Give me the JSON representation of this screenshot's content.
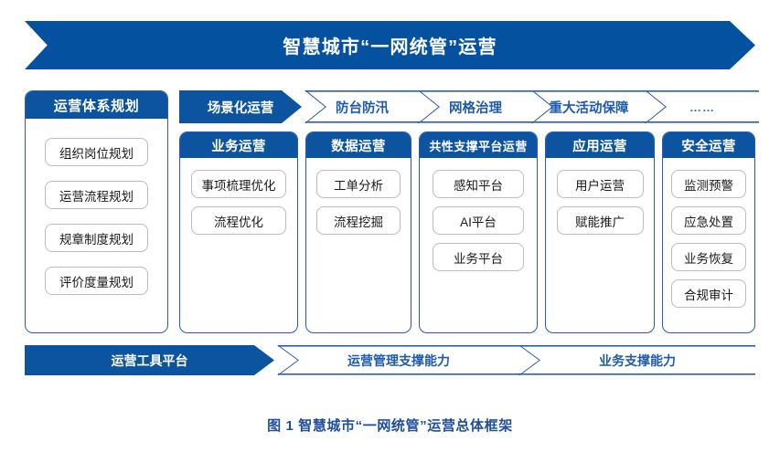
{
  "banner": {
    "title": "智慧城市“一网统管”运营"
  },
  "scenario_row": {
    "lead": {
      "label": "场景化运营"
    },
    "steps": [
      {
        "label": "防台防汛"
      },
      {
        "label": "网格治理"
      },
      {
        "label": "重大活动保障"
      },
      {
        "label": "……"
      }
    ]
  },
  "planning_card": {
    "header": "运营体系规划",
    "items": [
      {
        "label": "组织岗位规划"
      },
      {
        "label": "运营流程规划"
      },
      {
        "label": "规章制度规划"
      },
      {
        "label": "评价度量规划"
      }
    ]
  },
  "operation_cards": [
    {
      "header": "业务运营",
      "items": [
        {
          "label": "事项梳理优化"
        },
        {
          "label": "流程优化"
        }
      ]
    },
    {
      "header": "数据运营",
      "items": [
        {
          "label": "工单分析"
        },
        {
          "label": "流程挖掘"
        }
      ]
    },
    {
      "header": "共性支撑平台运营",
      "items": [
        {
          "label": "感知平台"
        },
        {
          "label": "AI平台"
        },
        {
          "label": "业务平台"
        }
      ]
    },
    {
      "header": "应用运营",
      "items": [
        {
          "label": "用户运营"
        },
        {
          "label": "赋能推广"
        }
      ]
    },
    {
      "header": "安全运营",
      "items": [
        {
          "label": "监测预警"
        },
        {
          "label": "应急处置"
        },
        {
          "label": "业务恢复"
        },
        {
          "label": "合规审计"
        }
      ]
    }
  ],
  "bottom_row": {
    "lead": {
      "label": "运营工具平台"
    },
    "steps": [
      {
        "label": "运营管理支撑能力"
      },
      {
        "label": "业务支撑能力"
      }
    ]
  },
  "caption": {
    "text": "图 1 智慧城市“一网统管”运营总体框架"
  },
  "colors": {
    "banner_blue": "#04529f",
    "header_blue": "#0c54a0",
    "outline_blue": "#2a5caa",
    "text_blue": "#1f5bab",
    "pill_border": "#b9bcc0",
    "caption_blue": "#1f4e9c"
  }
}
